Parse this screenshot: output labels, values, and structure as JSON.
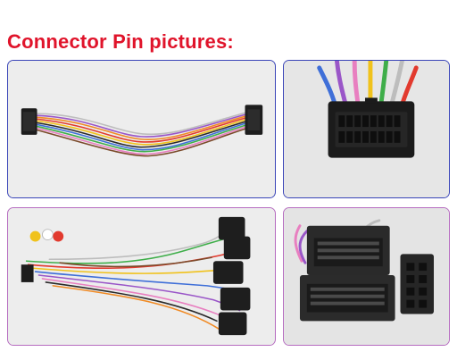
{
  "heading": {
    "text": "Connector Pin pictures:",
    "color": "#e0142b"
  },
  "panels": [
    {
      "name": "harness-overview-photo",
      "border_color": "#3a45b8"
    },
    {
      "name": "harness-plug-closeup-photo",
      "border_color": "#3a45b8"
    },
    {
      "name": "car-side-harness-photo",
      "border_color": "#b66cc0"
    },
    {
      "name": "car-side-connectors-closeup-photo",
      "border_color": "#b66cc0"
    }
  ]
}
